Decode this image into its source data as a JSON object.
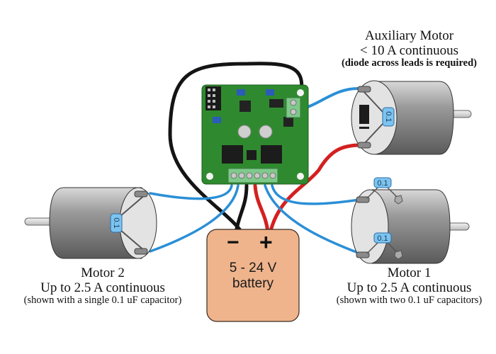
{
  "title": "Motor controller wiring diagram",
  "auxiliary_motor": {
    "name": "Auxiliary Motor",
    "current": "< 10 A continuous",
    "note": "(diode across leads is required)",
    "capacitor_label": "0.1"
  },
  "motor2": {
    "name": "Motor 2",
    "current": "Up to 2.5 A continuous",
    "note": "(shown with a single 0.1 uF capacitor)",
    "capacitor_label": "0.1"
  },
  "motor1": {
    "name": "Motor 1",
    "current": "Up to 2.5 A continuous",
    "note": "(shown with two 0.1 uF capacitors)",
    "capacitor_labels": [
      "0.1",
      "0.1"
    ]
  },
  "battery": {
    "minus": "−",
    "plus": "+",
    "voltage": "5 - 24 V",
    "label": "battery"
  },
  "colors": {
    "wire_blue": "#2b8fd6",
    "wire_red": "#d42020",
    "wire_black": "#141414",
    "battery_fill": "#efb48c",
    "board_green": "#2f8a2f",
    "capacitor_fill": "#7cc4ef"
  }
}
